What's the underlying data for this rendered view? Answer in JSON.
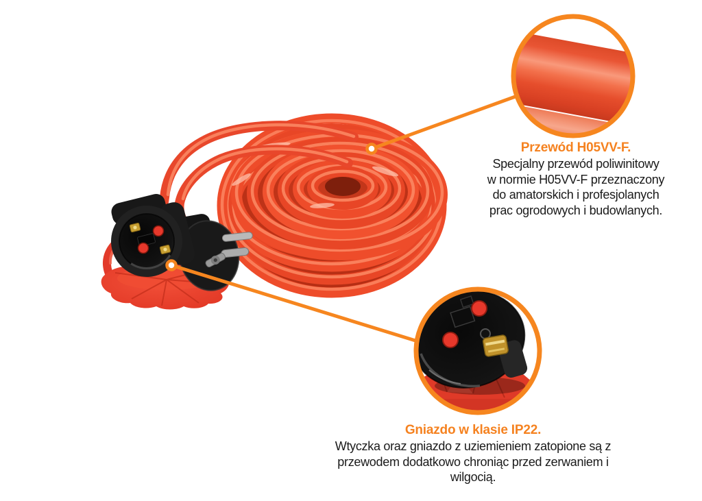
{
  "product_labels": {
    "cable_callout": {
      "heading": "Przewód H05VV-F.",
      "body_lines": [
        "Specjalny przewód poliwinitowy",
        "w normie H05VV-F przeznaczony",
        "do amatorskich i profesjolanych",
        "prac ogrodowych i budowlanych."
      ]
    },
    "socket_callout": {
      "heading": "Gniazdo w klasie IP22.",
      "body_lines": [
        "Wtyczka oraz gniazdo z uziemieniem zatopione są z",
        "przewodem dodatkowo chroniąc przed zerwaniem i",
        "wilgocią."
      ]
    }
  },
  "colors": {
    "background": "#FFFFFF",
    "accent": "#F6861F",
    "heading": "#F58220",
    "text": "#1A1A1A",
    "cable": "#EE4C2A",
    "cable_highlight": "#FB8662",
    "cable_dark": "#B52D13",
    "plastic_black": "#1A1A1A",
    "socket_red": "#E7382B",
    "brass": "#C79F31"
  }
}
